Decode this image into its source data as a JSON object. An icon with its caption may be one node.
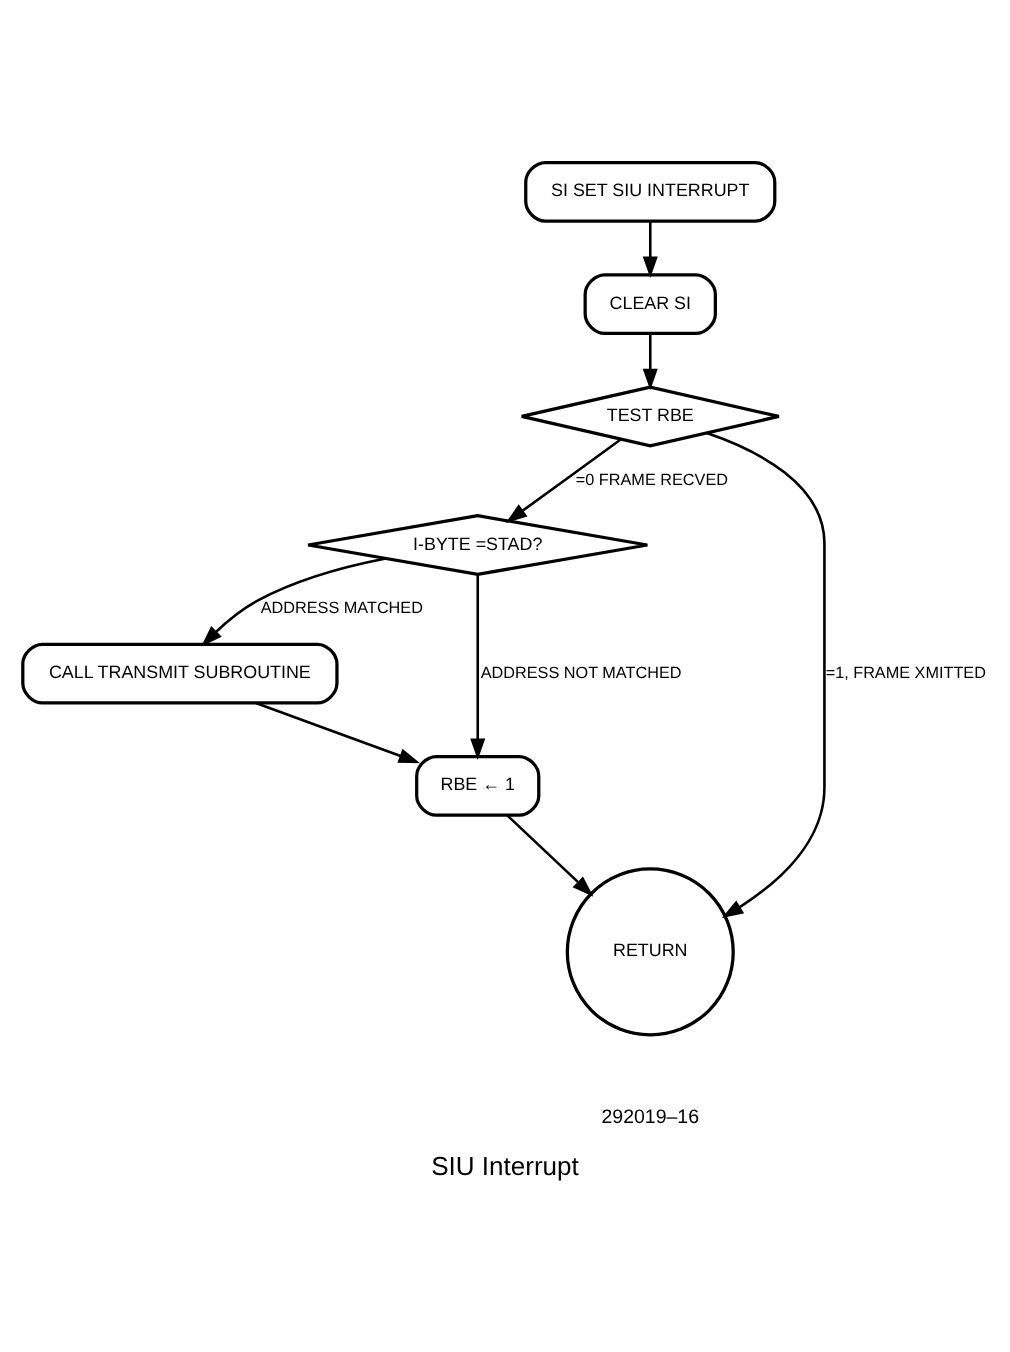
{
  "diagram": {
    "caption": "SIU Interrupt",
    "nodes": [
      {
        "text": [
          "SI SET SIU INTERRUPT"
        ]
      },
      {
        "text": [
          "CLEAR SI"
        ]
      },
      {
        "text": [
          "TEST RBE"
        ]
      },
      {
        "text": [
          "I-BYTE =STAD?"
        ]
      },
      {
        "text": [
          "CALL TRANSMIT SUBROUTINE"
        ]
      },
      {
        "text": [
          "RBE ← 1"
        ]
      },
      {
        "text": [
          "RETURN"
        ]
      }
    ],
    "edges": [
      {
        "from": 0,
        "to": 1,
        "arrow": "to"
      },
      {
        "from": 1,
        "to": 2,
        "arrow": "to"
      },
      {
        "from": 2,
        "to": 3,
        "arrow": "to",
        "label": "=0 FRAME RECVED"
      },
      {
        "from": 2,
        "to": 6,
        "arrow": "to",
        "label": "=1, FRAME XMITTED"
      },
      {
        "from": 3,
        "to": 4,
        "arrow": "to",
        "label": "ADDRESS MATCHED"
      },
      {
        "from": 3,
        "to": 5,
        "arrow": "to",
        "label": "ADDRESS NOT MATCHED"
      },
      {
        "from": 4,
        "to": 5,
        "arrow": "to"
      },
      {
        "from": 5,
        "to": 6,
        "arrow": "to"
      }
    ],
    "labels": [
      "292019–16"
    ]
  }
}
